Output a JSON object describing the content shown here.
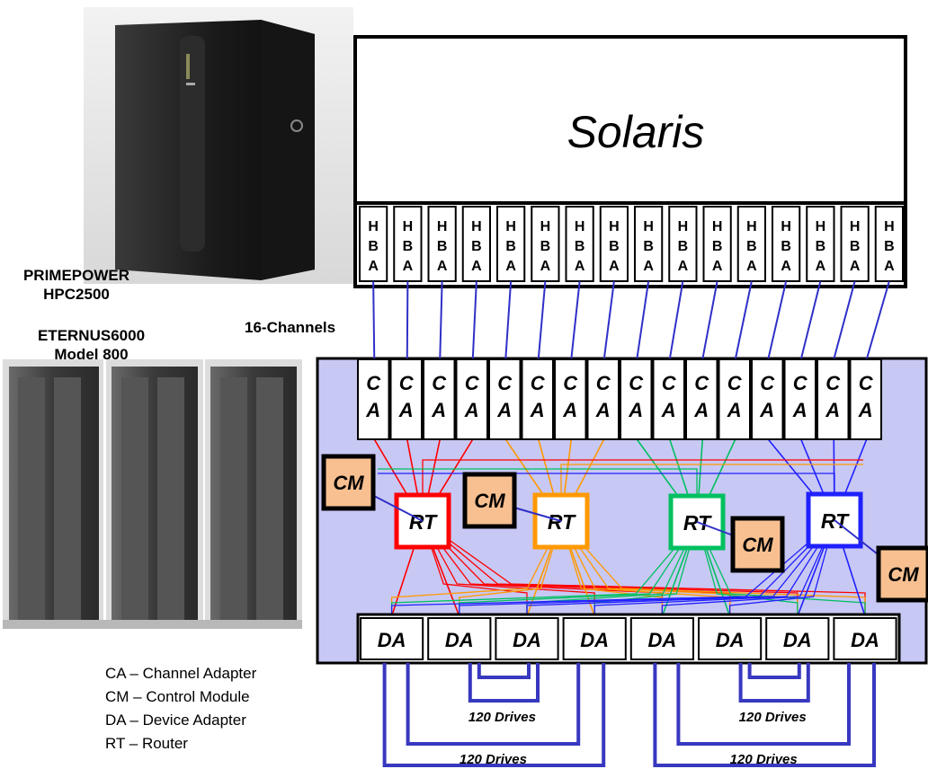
{
  "os_box": {
    "title": "Solaris"
  },
  "hba": {
    "label_lines": [
      "H",
      "B",
      "A"
    ],
    "count": 16
  },
  "server": {
    "name_line1": "PRIMEPOWER",
    "name_line2": "HPC2500"
  },
  "storage": {
    "name_line1": "ETERNUS6000",
    "name_line2": "Model 800"
  },
  "channels_label": "16-Channels",
  "ca": {
    "label_lines": [
      "C",
      "A"
    ],
    "count": 16
  },
  "routers": [
    {
      "label": "RT",
      "color": "#ff0000"
    },
    {
      "label": "RT",
      "color": "#ff9900"
    },
    {
      "label": "RT",
      "color": "#00c060"
    },
    {
      "label": "RT",
      "color": "#2020ff"
    }
  ],
  "control_modules": {
    "label": "CM",
    "fill": "#f8c090"
  },
  "device_adapters": {
    "label": "DA",
    "count": 8
  },
  "drive_groups": [
    {
      "label": "120 Drives"
    },
    {
      "label": "120 Drives"
    },
    {
      "label": "120 Drives"
    },
    {
      "label": "120 Drives"
    }
  ],
  "legend": [
    "CA – Channel Adapter",
    "CM – Control Module",
    "DA – Device Adapter",
    "RT – Router"
  ],
  "colors": {
    "storage_panel": "#c8c8f4",
    "link_blue": "#3030c8",
    "drive_loop": "#3838c0"
  }
}
